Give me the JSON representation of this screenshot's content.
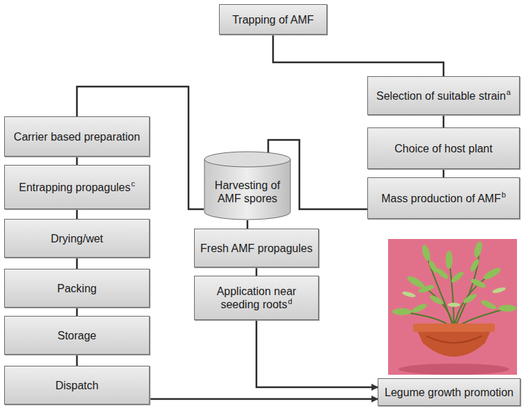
{
  "diagram": {
    "nodes": [
      {
        "text": [
          "Trapping of AMF"
        ]
      },
      {
        "text": [
          "Selection of suitable strain",
          "a"
        ]
      },
      {
        "text": [
          "Choice of host plant"
        ]
      },
      {
        "text": [
          "Mass production of AMF",
          "b"
        ]
      },
      {
        "text": [
          "Carrier based preparation"
        ]
      },
      {
        "text": [
          "Entrapping propagules",
          "c"
        ]
      },
      {
        "text": [
          "Drying/wet"
        ]
      },
      {
        "text": [
          "Packing"
        ]
      },
      {
        "text": [
          "Storage"
        ]
      },
      {
        "text": [
          "Dispatch"
        ]
      },
      {
        "text": [
          "Harvesting of AMF spores"
        ]
      },
      {
        "text": [
          "Fresh AMF propagules"
        ]
      },
      {
        "text": [
          "Application near seeding roots",
          "d"
        ]
      },
      {
        "text": [
          "Legume growth promotion"
        ]
      }
    ],
    "edges": [
      {
        "from": 0,
        "to": 1,
        "arrow": "none"
      },
      {
        "from": 1,
        "to": 2,
        "arrow": "none"
      },
      {
        "from": 2,
        "to": 3,
        "arrow": "none"
      },
      {
        "from": 3,
        "to": 10,
        "arrow": "none"
      },
      {
        "from": 10,
        "to": 4,
        "arrow": "none"
      },
      {
        "from": 4,
        "to": 5,
        "arrow": "none"
      },
      {
        "from": 5,
        "to": 6,
        "arrow": "none"
      },
      {
        "from": 6,
        "to": 7,
        "arrow": "none"
      },
      {
        "from": 7,
        "to": 8,
        "arrow": "none"
      },
      {
        "from": 8,
        "to": 9,
        "arrow": "none"
      },
      {
        "from": 10,
        "to": 11,
        "arrow": "none"
      },
      {
        "from": 11,
        "to": 12,
        "arrow": "none"
      },
      {
        "from": 12,
        "to": 13,
        "arrow": "to"
      },
      {
        "from": 9,
        "to": 13,
        "arrow": "to"
      }
    ]
  }
}
